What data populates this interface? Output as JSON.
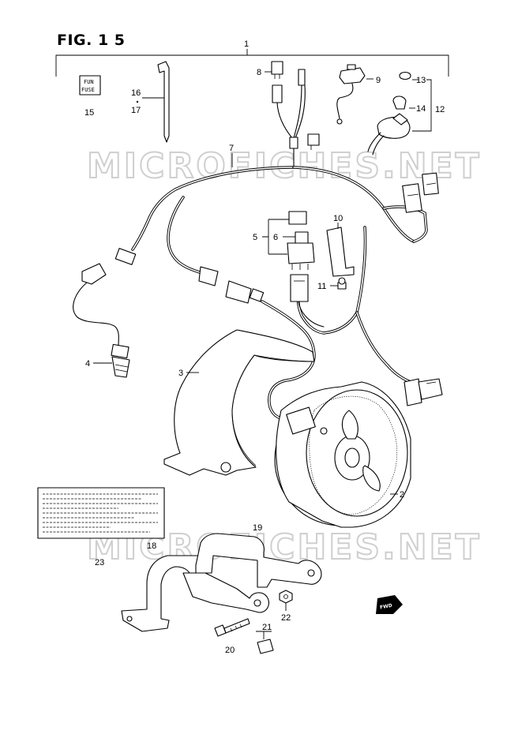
{
  "figure": {
    "title": "FIG. 1 5",
    "watermark_top": "MICROFICHES.NET",
    "watermark_bottom": "MICROFICHES.NET"
  },
  "callouts": [
    {
      "id": "c1",
      "text": "1"
    },
    {
      "id": "c2",
      "text": "2"
    },
    {
      "id": "c3",
      "text": "3"
    },
    {
      "id": "c4",
      "text": "4"
    },
    {
      "id": "c5",
      "text": "5"
    },
    {
      "id": "c6",
      "text": "6"
    },
    {
      "id": "c7",
      "text": "7"
    },
    {
      "id": "c8",
      "text": "8"
    },
    {
      "id": "c9",
      "text": "9"
    },
    {
      "id": "c10",
      "text": "10"
    },
    {
      "id": "c11",
      "text": "11"
    },
    {
      "id": "c12",
      "text": "12"
    },
    {
      "id": "c13",
      "text": "13"
    },
    {
      "id": "c14",
      "text": "14"
    },
    {
      "id": "c15",
      "text": "15"
    },
    {
      "id": "c16",
      "text": "16"
    },
    {
      "id": "c17",
      "text": "17"
    },
    {
      "id": "c18",
      "text": "18"
    },
    {
      "id": "c19",
      "text": "19"
    },
    {
      "id": "c20",
      "text": "20"
    },
    {
      "id": "c21",
      "text": "21"
    },
    {
      "id": "c22",
      "text": "22"
    },
    {
      "id": "c23",
      "text": "23"
    }
  ],
  "fuse_label": {
    "line1": "FUN",
    "line2": "FUSE"
  },
  "fwd_badge": "FWD",
  "colors": {
    "ink": "#000000",
    "watermark": "#cfcfcf",
    "paper": "#ffffff"
  }
}
